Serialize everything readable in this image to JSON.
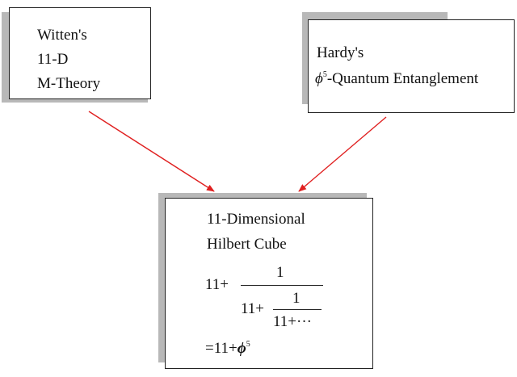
{
  "nodes": {
    "witten": {
      "lines": [
        "Witten's",
        "11-D",
        "M-Theory"
      ]
    },
    "hardy": {
      "line1": "Hardy's",
      "phi": "ϕ",
      "sup": "5",
      "line2_rest": "-Quantum Entanglement"
    },
    "hilbert": {
      "lines": [
        "11-Dimensional",
        "Hilbert Cube"
      ],
      "cf": {
        "lead": "11+",
        "num1": "1",
        "inner_lead": "11+",
        "num2": "1",
        "den2": "11+···"
      },
      "result_prefix": "=11+",
      "result_phi": "ϕ",
      "result_sup": "5"
    }
  },
  "edges": [
    {
      "from": "witten",
      "to": "hilbert"
    },
    {
      "from": "hardy",
      "to": "hilbert"
    }
  ],
  "colors": {
    "arrow": "#e02020",
    "shadow": "#b8b8b8",
    "border": "#222222"
  }
}
